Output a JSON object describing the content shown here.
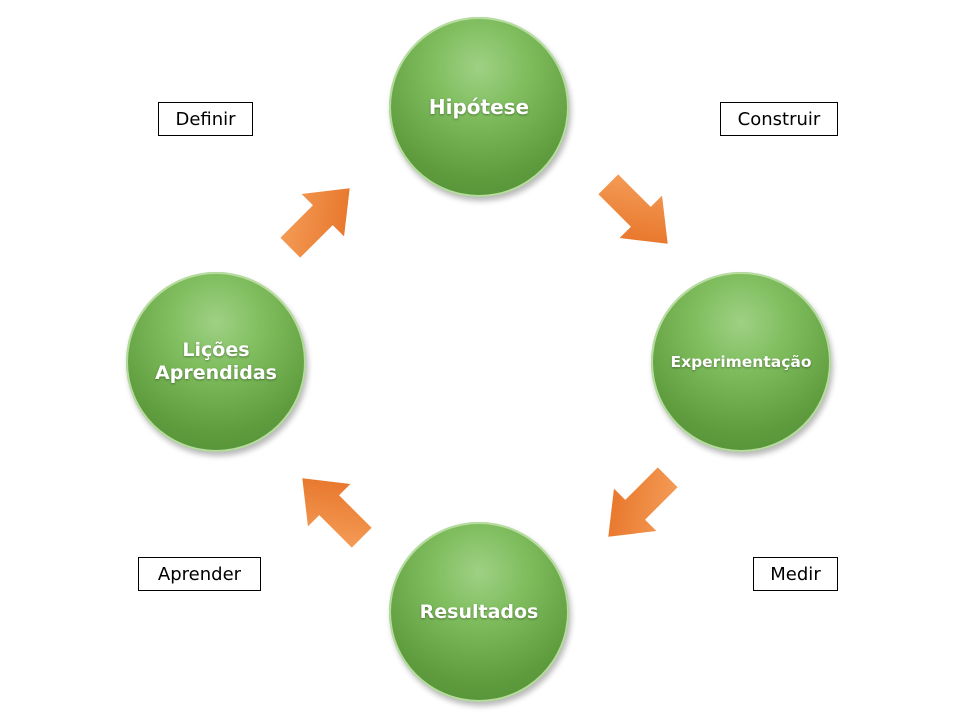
{
  "nodes": {
    "hipotese": "Hipótese",
    "experimentacao": "Experimentação",
    "resultados": "Resultados",
    "licoes_line1": "Lições",
    "licoes_line2": "Aprendidas"
  },
  "labels": {
    "definir": "Definir",
    "construir": "Construir",
    "medir": "Medir",
    "aprender": "Aprender"
  },
  "colors": {
    "node_green": "#6aa84f",
    "arrow_orange": "#ed7d31"
  }
}
